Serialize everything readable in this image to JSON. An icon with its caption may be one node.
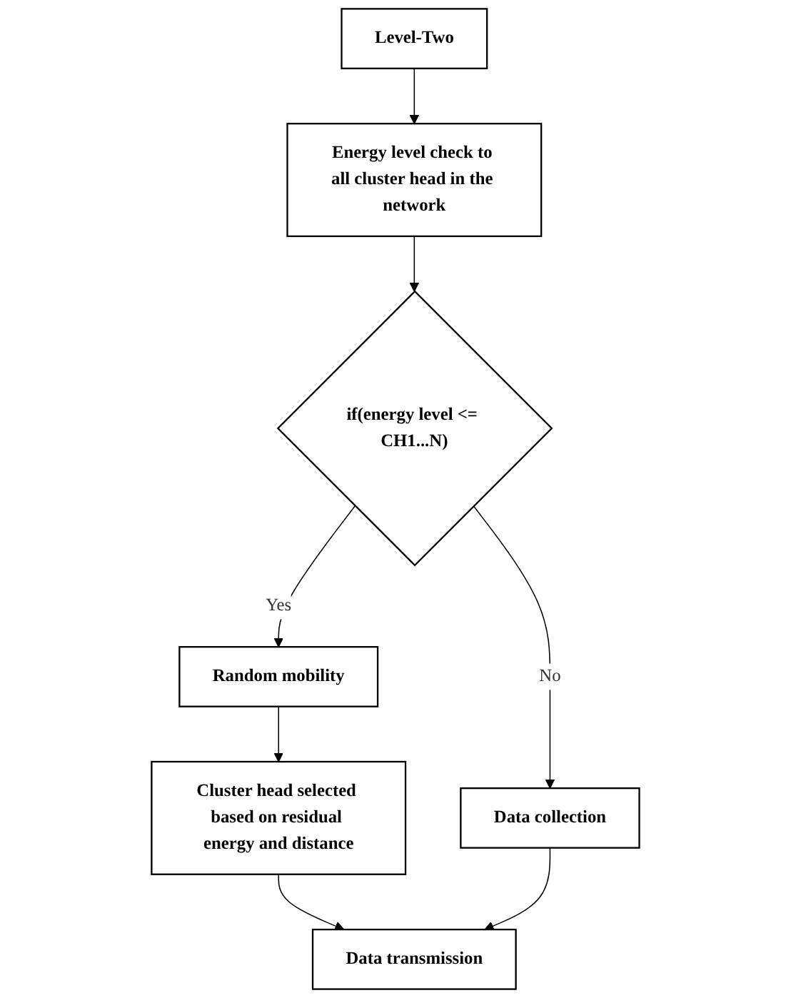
{
  "diagram": {
    "nodes": [
      {
        "text": [
          "Level-Two"
        ]
      },
      {
        "text": [
          "Energy level check to all cluster head in the network"
        ]
      },
      {
        "text": [
          "if(energy level <= CH1...N)"
        ]
      },
      {
        "text": [
          "Data collection"
        ]
      },
      {
        "text": [
          "Random mobility"
        ]
      },
      {
        "text": [
          "Cluster head selected based on residual energy and distance"
        ]
      },
      {
        "text": [
          "Data transmission"
        ]
      }
    ],
    "edges": [
      {
        "from": 0,
        "to": 1,
        "arrow": "to"
      },
      {
        "from": 1,
        "to": 2,
        "arrow": "to"
      },
      {
        "from": 2,
        "to": 3,
        "arrow": "to",
        "label": "No"
      },
      {
        "from": 2,
        "to": 4,
        "arrow": "to",
        "label": "Yes"
      },
      {
        "from": 4,
        "to": 5,
        "arrow": "to"
      },
      {
        "from": 5,
        "to": 6,
        "arrow": "to"
      },
      {
        "from": 3,
        "to": 6,
        "arrow": "to"
      }
    ]
  }
}
